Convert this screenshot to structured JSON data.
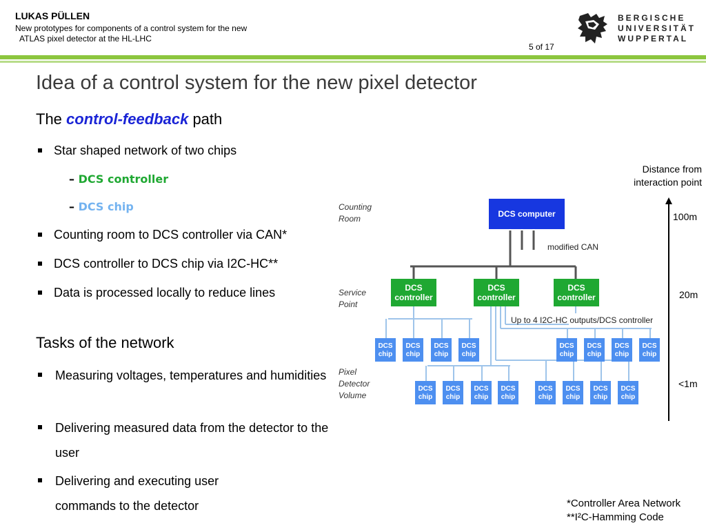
{
  "header": {
    "author": "LUKAS PÜLLEN",
    "subtitle_line1": "New prototypes for components of a control system for the new",
    "subtitle_line2": "ATLAS pixel detector at the HL-LHC",
    "page_number": "5 of 17",
    "university_line1": "BERGISCHE",
    "university_line2": "UNIVERSITÄT",
    "university_line3": "WUPPERTAL"
  },
  "slide": {
    "title": "Idea of a control system for the new pixel detector",
    "subhead_pre": "The",
    "subhead_em": "control-feedback",
    "subhead_post": "path",
    "bullets1": [
      "Star shaped network of two chips",
      "Counting room to DCS controller via CAN*",
      "DCS controller to DCS chip via I2C-HC**",
      "Data is processed locally to reduce lines"
    ],
    "sub_bullets": [
      {
        "text": "DCS controller",
        "color": "#1fa832"
      },
      {
        "text": "DCS chip",
        "color": "#74b3f0"
      }
    ],
    "tasks_head": "Tasks of the network",
    "tasks": [
      "Measuring voltages, temperatures and humidities",
      "Delivering measured data from the detector to the user",
      "Delivering and executing user commands to the detector"
    ],
    "footnote1": "*Controller Area Network",
    "footnote2": "**I²C-Hamming Code"
  },
  "diagram": {
    "zone_counting_1": "Counting",
    "zone_counting_2": "Room",
    "zone_service_1": "Service",
    "zone_service_2": "Point",
    "zone_pixel_1": "Pixel",
    "zone_pixel_2": "Detector",
    "zone_pixel_3": "Volume",
    "computer_label": "DCS computer",
    "can_label": "modified CAN",
    "controller_label_1": "DCS",
    "controller_label_2": "controller",
    "chip_label_1": "DCS",
    "chip_label_2": "chip",
    "outputs_label": "Up to 4 I2C-HC outputs/DCS controller",
    "axis_title_1": "Distance from",
    "axis_title_2": "interaction point",
    "dist_100": "100m",
    "dist_20": "20m",
    "dist_1": "<1m",
    "colors": {
      "computer": "#1737e0",
      "controller": "#1fa832",
      "chip": "#4d8ff0",
      "line": "#9ec4ea"
    }
  }
}
